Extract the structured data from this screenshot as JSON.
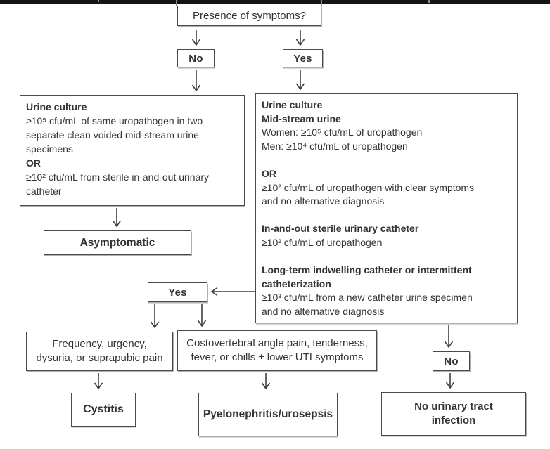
{
  "flowchart": {
    "presence": "Presence of symptoms?",
    "no_top": "No",
    "yes_top": "Yes",
    "no_criteria": {
      "lines": [
        "Urine culture",
        "≥10⁵ cfu/mL of same uropathogen in two",
        "separate clean voided mid-stream urine",
        "specimens",
        "OR",
        "≥10² cfu/mL from sterile in-and-out urinary",
        "catheter"
      ]
    },
    "asymptomatic": "Asymptomatic",
    "yes_criteria": {
      "lines": [
        "Urine culture",
        "Mid-stream urine",
        "Women: ≥10⁵ cfu/mL of uropathogen",
        "Men: ≥10⁴ cfu/mL of uropathogen",
        "",
        "OR",
        "≥10² cfu/mL of uropathogen with clear symptoms",
        "and no alternative diagnosis",
        "",
        "In-and-out sterile urinary catheter",
        "≥10² cfu/mL of uropathogen",
        "",
        "Long-term indwelling catheter or intermittent",
        "catheterization",
        "≥10³ cfu/mL from a new catheter urine specimen",
        "and no alternative diagnosis"
      ]
    },
    "yes_mid": "Yes",
    "cystitis_symptoms": {
      "lines": [
        "Frequency, urgency,",
        "dysuria, or suprapubic pain"
      ]
    },
    "pyelo_symptoms": {
      "lines": [
        "Costovertebral angle pain, tenderness,",
        "fever, or chills ± lower UTI symptoms"
      ]
    },
    "cystitis": "Cystitis",
    "pyelonephritis": "Pyelonephritis/urosepsis",
    "no_right": "No",
    "no_uti": {
      "lines": [
        "No urinary tract",
        "infection"
      ]
    }
  },
  "colors": {
    "border": "#4a4a4a",
    "text": "#333333",
    "topbar": "#141414"
  }
}
